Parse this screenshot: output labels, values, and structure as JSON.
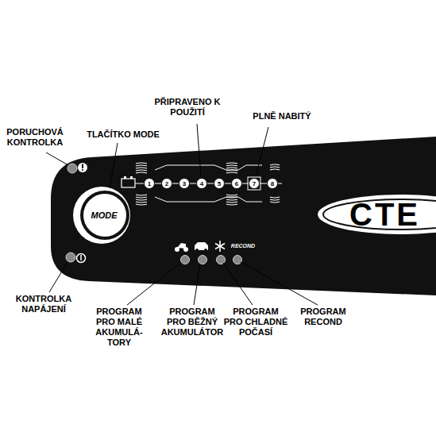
{
  "diagram": {
    "nodes": [
      {
        "text": [
          "MODE"
        ]
      }
    ],
    "labels": [
      "PORUCHOVÁ KONTROLKA",
      "TLAČÍTKO MODE",
      "PŘIPRAVENO K POUŽITÍ",
      "PLNĚ NABITÝ",
      "1",
      "2",
      "3",
      "4",
      "5",
      "6",
      "7",
      "8",
      "RECOND",
      "CTE",
      "KONTROLKA NAPÁJENÍ",
      "PROGRAM PRO MALÉ AKUMULÁ- TORY",
      "PROGRAM PRO BĚŽNÝ AKUMULÁTOR",
      "PROGRAM PRO CHLADNÉ POČASÍ",
      "PROGRAM RECOND"
    ]
  }
}
